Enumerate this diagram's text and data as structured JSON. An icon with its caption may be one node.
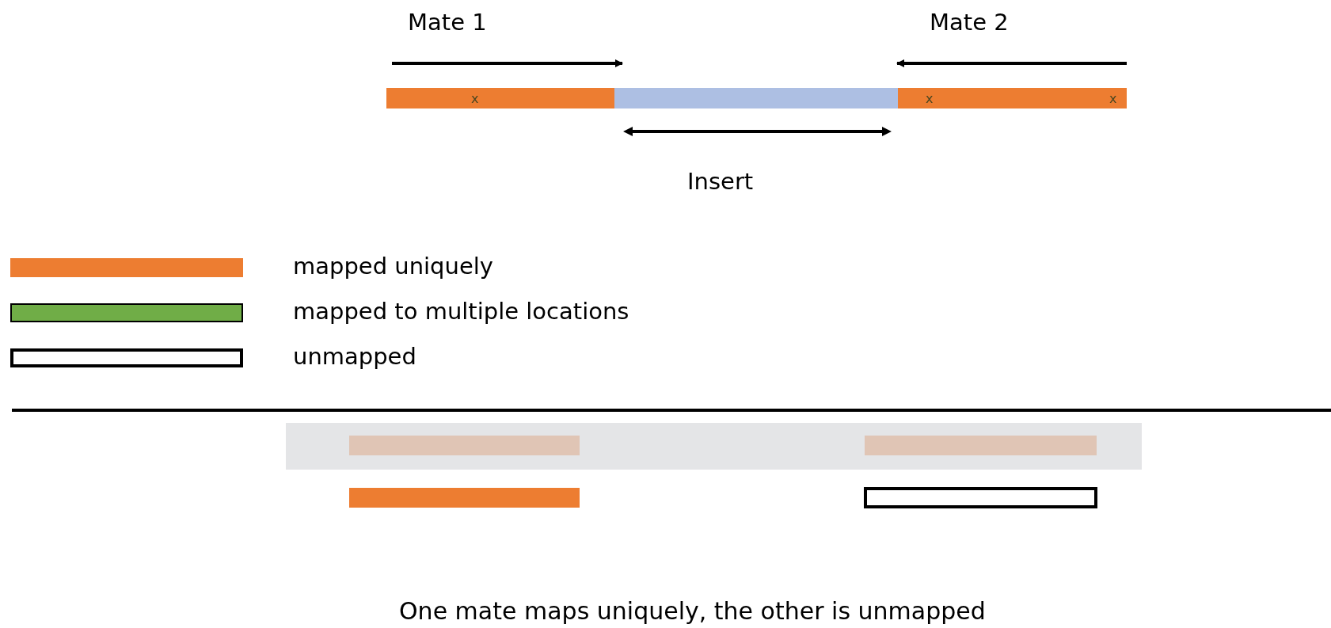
{
  "diagram": {
    "caption": "One mate maps uniquely, the other is unmapped",
    "nodes": [
      {
        "text": [],
        "shape": "bar"
      },
      {
        "text": [],
        "shape": "bar"
      },
      {
        "text": [],
        "shape": "bar"
      },
      {
        "text": [],
        "shape": "bar"
      },
      {
        "text": [],
        "shape": "bar",
        "in": 3
      },
      {
        "text": [],
        "shape": "bar",
        "in": 3
      },
      {
        "text": [],
        "shape": "bar"
      },
      {
        "text": [],
        "shape": "bar"
      }
    ],
    "labels": [
      "Mate 1",
      "Mate 2",
      "x",
      "x",
      "x",
      "Insert"
    ],
    "legend": [
      {
        "text": "mapped uniquely",
        "color": "#ed7d31"
      },
      {
        "text": "mapped to multiple locations",
        "color": "#70ad47"
      },
      {
        "text": "unmapped",
        "color": "#ffffff"
      }
    ]
  }
}
